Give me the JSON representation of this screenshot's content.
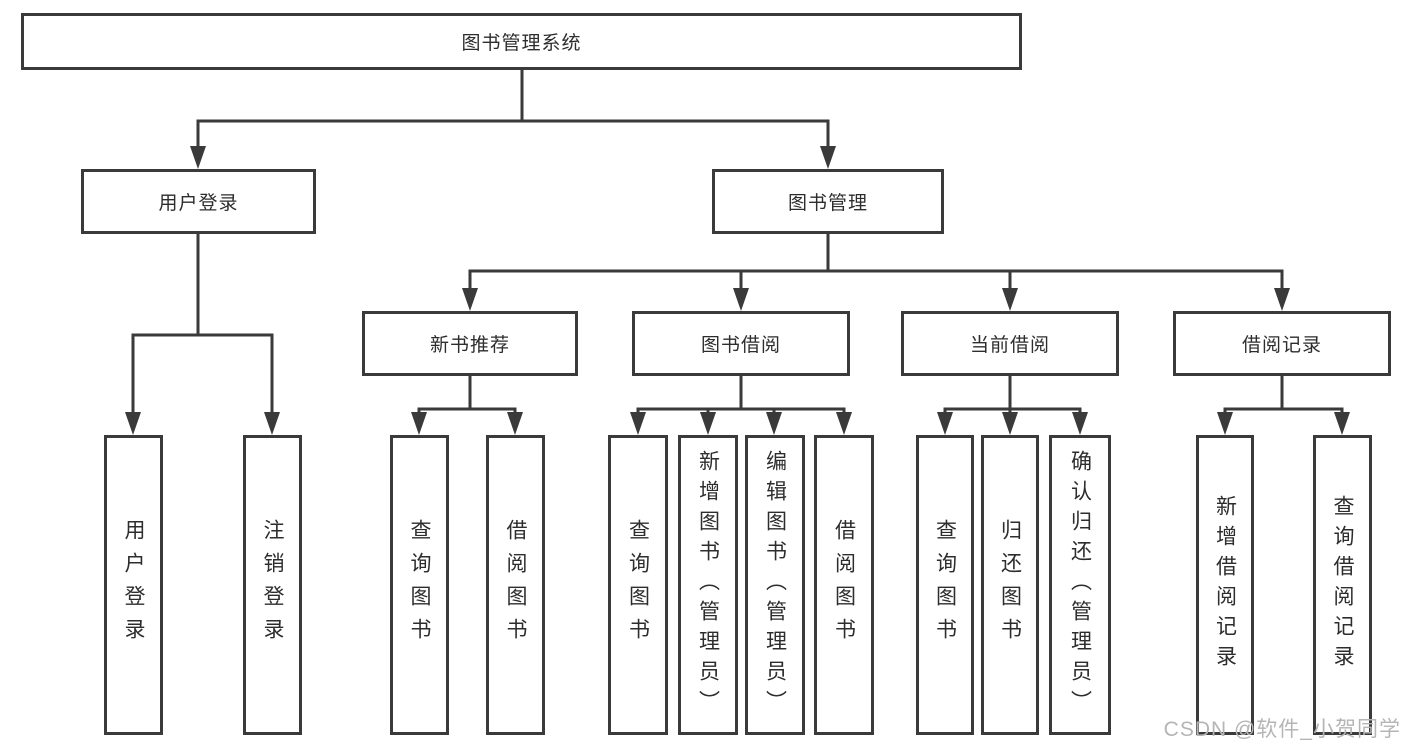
{
  "diagram": {
    "watermark": "CSDN @软件_小贺同学",
    "colors": {
      "line": "#3a3a3a",
      "text": "#2d2d2d",
      "box_background": "#ffffff",
      "watermark": "#b5b5b5"
    },
    "tree": {
      "root": {
        "label": "图书管理系统",
        "children": [
          {
            "label": "用户登录",
            "children": [
              {
                "label": "用户登录"
              },
              {
                "label": "注销登录"
              }
            ]
          },
          {
            "label": "图书管理",
            "children": [
              {
                "label": "新书推荐",
                "children": [
                  {
                    "label": "查询图书"
                  },
                  {
                    "label": "借阅图书"
                  }
                ]
              },
              {
                "label": "图书借阅",
                "children": [
                  {
                    "label": "查询图书"
                  },
                  {
                    "label": "新增图书（管理员）"
                  },
                  {
                    "label": "编辑图书（管理员）"
                  },
                  {
                    "label": "借阅图书"
                  }
                ]
              },
              {
                "label": "当前借阅",
                "children": [
                  {
                    "label": "查询图书"
                  },
                  {
                    "label": "归还图书"
                  },
                  {
                    "label": "确认归还（管理员）"
                  }
                ]
              },
              {
                "label": "借阅记录",
                "children": [
                  {
                    "label": "新增借阅记录"
                  },
                  {
                    "label": "查询借阅记录"
                  }
                ]
              }
            ]
          }
        ]
      }
    }
  }
}
